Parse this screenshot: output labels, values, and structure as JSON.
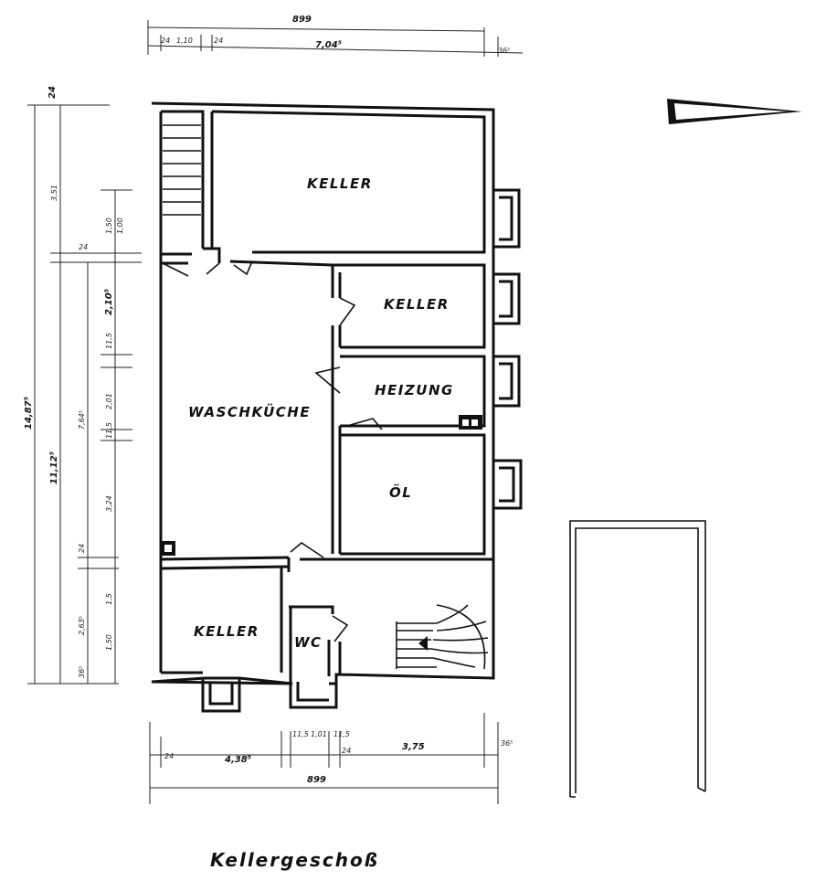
{
  "title": "Kellergeschoß",
  "rooms": {
    "keller_top": "KELLER",
    "keller_mid": "KELLER",
    "heizung": "HEIZUNG",
    "waschkueche": "WASCHKÜCHE",
    "oel": "ÖL",
    "keller_bottom": "KELLER",
    "wc": "WC"
  },
  "dims_top": {
    "total": "899",
    "d1": "24",
    "d2": "1,10",
    "d3": "24",
    "d4": "7,04⁵",
    "d5": "36⁵"
  },
  "dims_bottom": {
    "d1": "24",
    "d2": "4,38⁵",
    "d3": "11,5",
    "d4": "1,01",
    "d5": "11,5",
    "d6": "24",
    "d7": "3,75",
    "d8": "36⁵",
    "total": "899"
  },
  "dims_left_outer": {
    "top": "24",
    "total": "14,87⁵"
  },
  "dims_left_mid": {
    "d1": "3,51",
    "d2": "24",
    "d3": "7,64⁵",
    "d4": "11,12⁵",
    "d5": "24",
    "d6": "2,63⁵",
    "d7": "36⁵"
  },
  "dims_left_inner": {
    "d1": "1,50",
    "d2": "1,00",
    "d3": "2,10⁵",
    "d4": "11,5",
    "d5": "2,01",
    "d6": "11,5",
    "d7": "3,24",
    "d8": "1,5",
    "d9": "1,50"
  }
}
